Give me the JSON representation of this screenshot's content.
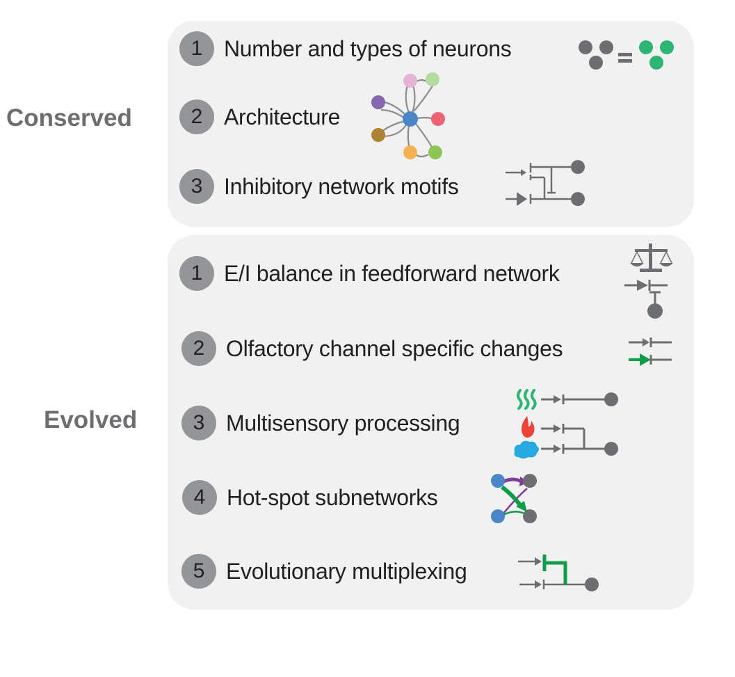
{
  "groups": {
    "conserved": {
      "label": "Conserved",
      "items": [
        {
          "number": "1",
          "text": "Number and types of neurons",
          "icon": "neuron-count-equal-icon"
        },
        {
          "number": "2",
          "text": "Architecture",
          "icon": "network-architecture-icon"
        },
        {
          "number": "3",
          "text": "Inhibitory network motifs",
          "icon": "inhibitory-motif-icon"
        }
      ]
    },
    "evolved": {
      "label": "Evolved",
      "items": [
        {
          "number": "1",
          "text": "E/I balance in feedforward network",
          "icon": "balance-scale-feedforward-icon"
        },
        {
          "number": "2",
          "text": "Olfactory channel specific changes",
          "icon": "channel-change-icon"
        },
        {
          "number": "3",
          "text": "Multisensory processing",
          "icon": "multisensory-icon"
        },
        {
          "number": "4",
          "text": "Hot-spot subnetworks",
          "icon": "hotspot-subnetwork-icon"
        },
        {
          "number": "5",
          "text": "Evolutionary multiplexing",
          "icon": "multiplexing-icon"
        }
      ]
    }
  },
  "colors": {
    "panel_bg": "#f1f1f1",
    "label_gray": "#6d6e71",
    "badge_gray": "#939598",
    "neuron_gray": "#6d6e71",
    "green": "#2bb673",
    "dark_green": "#0f9d48",
    "purple": "#7e3f98",
    "blue": "#4a86c8",
    "flame_red": "#ef4136",
    "cloud_blue": "#27aae1"
  },
  "architecture_nodes": [
    {
      "name": "pink",
      "color": "#e5b3d3"
    },
    {
      "name": "light-green",
      "color": "#b5dca0"
    },
    {
      "name": "purple",
      "color": "#8766b0"
    },
    {
      "name": "blue-center",
      "color": "#4a86c8"
    },
    {
      "name": "red",
      "color": "#ee6273"
    },
    {
      "name": "brown",
      "color": "#ad8230"
    },
    {
      "name": "orange",
      "color": "#f5b04f"
    },
    {
      "name": "green",
      "color": "#8dc657"
    }
  ]
}
